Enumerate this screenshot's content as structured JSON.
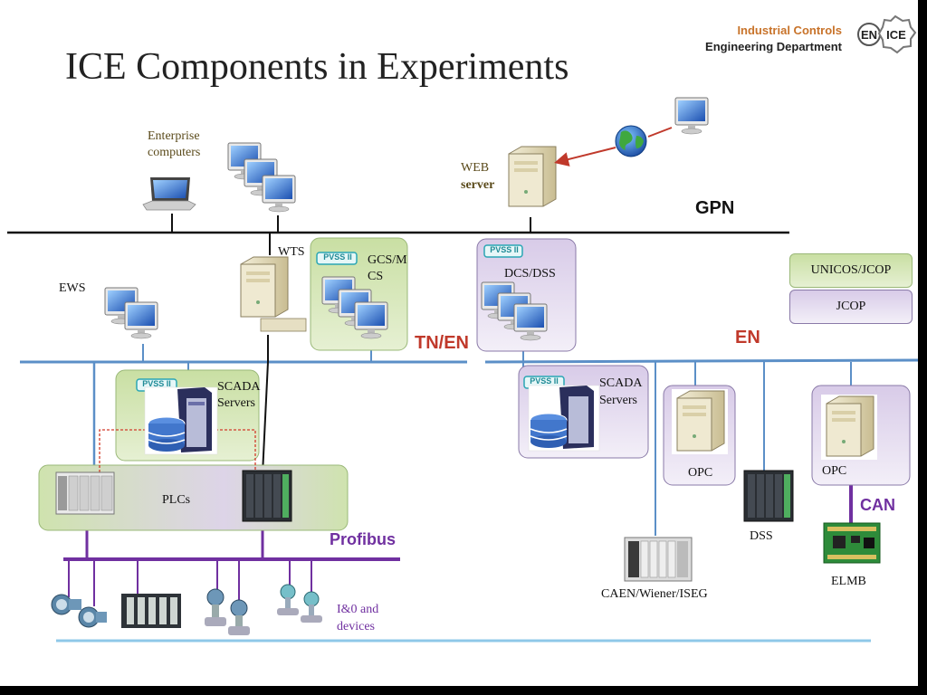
{
  "title": "ICE Components in Experiments",
  "brand": {
    "line1": "Industrial Controls",
    "line2": "Engineering Department",
    "logo_text_left": "EN",
    "logo_text_right": "ICE"
  },
  "networks": {
    "gpn": "GPN",
    "tn_en": "TN/EN",
    "en": "EN",
    "profibus": "Profibus",
    "can": "CAN"
  },
  "labels": {
    "enterprise_line1": "Enterprise",
    "enterprise_line2": "computers",
    "web_line1": "WEB",
    "web_line2": "server",
    "wts": "WTS",
    "gcs_line1": "GCS/M",
    "gcs_line2": "CS",
    "dcs_dss": "DCS/DSS",
    "ews": "EWS",
    "scada_line1": "SCADA",
    "scada_line2": "Servers",
    "plcs": "PLCs",
    "opc": "OPC",
    "dss": "DSS",
    "elmb": "ELMB",
    "caen": "CAEN/Wiener/ISEG",
    "io_line1": "I&0 and",
    "io_line2": "devices",
    "pvss": "PVSS II"
  },
  "legend": {
    "unicos_jcop": "UNICOS/JCOP",
    "jcop": "JCOP"
  },
  "colors": {
    "accent_red": "#c0392b",
    "network_purple": "#7030a0",
    "line_blue": "#5b8fc7",
    "gpn_black": "#111111",
    "box_green": "#d6e7b8",
    "box_purple": "#dcd3ea"
  },
  "icons": [
    "laptop-icon",
    "monitor-icon",
    "server-tower-icon",
    "globe-icon",
    "database-server-icon",
    "plc-rack-icon",
    "crate-icon",
    "elmb-board-icon",
    "valve-icon",
    "transmitter-icon"
  ]
}
